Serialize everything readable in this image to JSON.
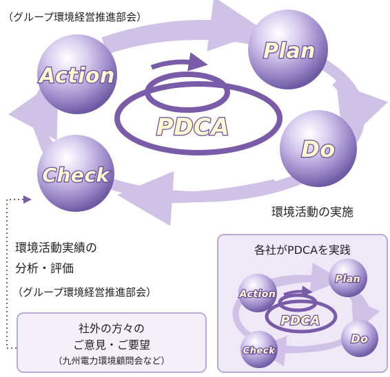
{
  "top_caption": "（グループ環境経営推進部会）",
  "main_cycle": {
    "center": "PDCA",
    "plan": "Plan",
    "do": "Do",
    "check": "Check",
    "action": "Action"
  },
  "do_caption": "環境活動の実施",
  "evaluation": {
    "line1": "環境活動実績の",
    "line2": "分析・評価",
    "line3": "（グループ環境経営推進部会）"
  },
  "outside_box": {
    "line1": "社外の方々の",
    "line2": "ご意見・ご要望",
    "line3": "（九州電力環境顧問会など）"
  },
  "each_company_box": {
    "title": "各社がPDCAを実践",
    "center": "PDCA",
    "plan": "Plan",
    "do": "Do",
    "check": "Check",
    "action": "Action"
  },
  "colors": {
    "ring": "#cfc2e6",
    "sphere": "#9a88c8",
    "accent": "#7a5ba8",
    "label_fill": "#fff8d0",
    "box_border": "#b9a7d6"
  }
}
